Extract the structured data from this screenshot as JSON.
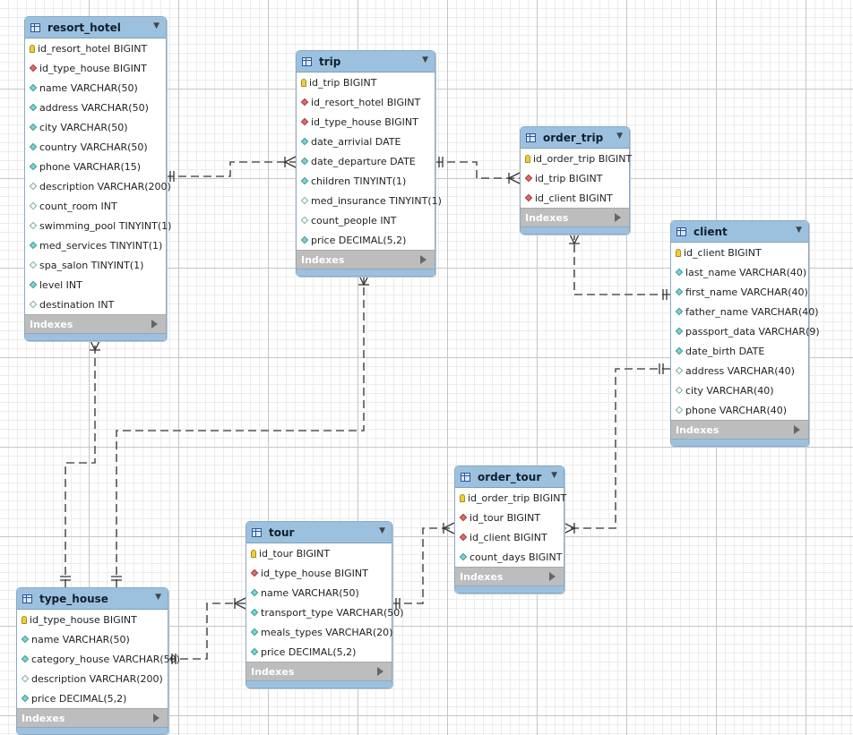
{
  "tables": {
    "resort_hotel": {
      "name": "resort_hotel",
      "indexes_label": "Indexes",
      "columns": [
        {
          "text": "id_resort_hotel BIGINT",
          "icon": "key"
        },
        {
          "text": "id_type_house BIGINT",
          "icon": "fk"
        },
        {
          "text": "name VARCHAR(50)",
          "icon": "col"
        },
        {
          "text": "address VARCHAR(50)",
          "icon": "col"
        },
        {
          "text": "city VARCHAR(50)",
          "icon": "col"
        },
        {
          "text": "country VARCHAR(50)",
          "icon": "col"
        },
        {
          "text": "phone VARCHAR(15)",
          "icon": "col"
        },
        {
          "text": "description VARCHAR(200)",
          "icon": "nul"
        },
        {
          "text": "count_room INT",
          "icon": "nul"
        },
        {
          "text": "swimming_pool TINYINT(1)",
          "icon": "nul"
        },
        {
          "text": "med_services TINYINT(1)",
          "icon": "col"
        },
        {
          "text": "spa_salon TINYINT(1)",
          "icon": "nul"
        },
        {
          "text": "level INT",
          "icon": "col"
        },
        {
          "text": "destination INT",
          "icon": "nul"
        }
      ]
    },
    "trip": {
      "name": "trip",
      "indexes_label": "Indexes",
      "columns": [
        {
          "text": "id_trip BIGINT",
          "icon": "key"
        },
        {
          "text": "id_resort_hotel BIGINT",
          "icon": "fk"
        },
        {
          "text": "id_type_house BIGINT",
          "icon": "fk"
        },
        {
          "text": "date_arrivial DATE",
          "icon": "col"
        },
        {
          "text": "date_departure DATE",
          "icon": "col"
        },
        {
          "text": "children TINYINT(1)",
          "icon": "col"
        },
        {
          "text": "med_insurance TINYINT(1)",
          "icon": "nul"
        },
        {
          "text": "count_people INT",
          "icon": "nul"
        },
        {
          "text": "price DECIMAL(5,2)",
          "icon": "col"
        }
      ]
    },
    "order_trip": {
      "name": "order_trip",
      "indexes_label": "Indexes",
      "columns": [
        {
          "text": "id_order_trip BIGINT",
          "icon": "key"
        },
        {
          "text": "id_trip BIGINT",
          "icon": "fk"
        },
        {
          "text": "id_client BIGINT",
          "icon": "fk"
        }
      ]
    },
    "client": {
      "name": "client",
      "indexes_label": "Indexes",
      "columns": [
        {
          "text": "id_client BIGINT",
          "icon": "key"
        },
        {
          "text": "last_name VARCHAR(40)",
          "icon": "col"
        },
        {
          "text": "first_name VARCHAR(40)",
          "icon": "col"
        },
        {
          "text": "father_name VARCHAR(40)",
          "icon": "col"
        },
        {
          "text": "passport_data VARCHAR(9)",
          "icon": "col"
        },
        {
          "text": "date_birth DATE",
          "icon": "col"
        },
        {
          "text": "address VARCHAR(40)",
          "icon": "nul"
        },
        {
          "text": "city VARCHAR(40)",
          "icon": "nul"
        },
        {
          "text": "phone VARCHAR(40)",
          "icon": "nul"
        }
      ]
    },
    "order_tour": {
      "name": "order_tour",
      "indexes_label": "Indexes",
      "columns": [
        {
          "text": "id_order_trip BIGINT",
          "icon": "key"
        },
        {
          "text": "id_tour BIGINT",
          "icon": "fk"
        },
        {
          "text": "id_client BIGINT",
          "icon": "fk"
        },
        {
          "text": "count_days BIGINT",
          "icon": "col"
        }
      ]
    },
    "tour": {
      "name": "tour",
      "indexes_label": "Indexes",
      "columns": [
        {
          "text": "id_tour BIGINT",
          "icon": "key"
        },
        {
          "text": "id_type_house BIGINT",
          "icon": "fk"
        },
        {
          "text": "name VARCHAR(50)",
          "icon": "col"
        },
        {
          "text": "transport_type VARCHAR(50)",
          "icon": "col"
        },
        {
          "text": "meals_types VARCHAR(20)",
          "icon": "col"
        },
        {
          "text": "price DECIMAL(5,2)",
          "icon": "col"
        }
      ]
    },
    "type_house": {
      "name": "type_house",
      "indexes_label": "Indexes",
      "columns": [
        {
          "text": "id_type_house BIGINT",
          "icon": "key"
        },
        {
          "text": "name VARCHAR(50)",
          "icon": "col"
        },
        {
          "text": "category_house VARCHAR(50)",
          "icon": "col"
        },
        {
          "text": "description VARCHAR(200)",
          "icon": "nul"
        },
        {
          "text": "price DECIMAL(5,2)",
          "icon": "col"
        }
      ]
    }
  },
  "relationships": [
    {
      "from": "resort_hotel",
      "to": "trip",
      "cardinality": "one-to-many"
    },
    {
      "from": "trip",
      "to": "order_trip",
      "cardinality": "one-to-many"
    },
    {
      "from": "client",
      "to": "order_trip",
      "cardinality": "one-to-many"
    },
    {
      "from": "client",
      "to": "order_tour",
      "cardinality": "one-to-many"
    },
    {
      "from": "tour",
      "to": "order_tour",
      "cardinality": "one-to-many"
    },
    {
      "from": "type_house",
      "to": "tour",
      "cardinality": "one-to-many"
    },
    {
      "from": "type_house",
      "to": "resort_hotel",
      "cardinality": "one-to-many"
    },
    {
      "from": "type_house",
      "to": "trip",
      "cardinality": "one-to-many"
    }
  ],
  "colors": {
    "header": "#9cc1df",
    "indexes_bar": "#bdbdbd",
    "line": "#555555"
  }
}
